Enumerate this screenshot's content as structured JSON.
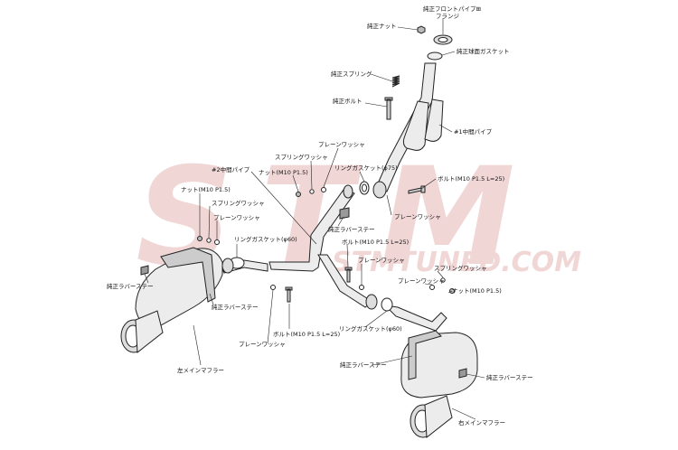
{
  "watermark": {
    "main": "STM",
    "sub": "STMTUNED.COM",
    "color": "#f1d6d6"
  },
  "labels": {
    "front_pipe": "純正フロントパイプ⊞",
    "flange": "フランジ",
    "nut_top": "純正ナット",
    "sphere_gasket": "純正球面ガスケット",
    "spring": "純正スプリング",
    "bolt_top": "純正ボルト",
    "mid_pipe_1": "#1中間パイプ",
    "plain_washer_a": "プレーンワッシャ",
    "spring_washer_a": "スプリングワッシャ",
    "nut_m10_a": "ナット(M10 P1.5)",
    "ring_gasket_75": "リングガスケット(φ75)",
    "bolt_m10_25_a": "ボルト(M10 P1.5 L=25)",
    "plain_washer_b": "プレーンワッシャ",
    "mid_pipe_2": "#2中間パイプ",
    "rubber_stay_mid": "純正ラバーステー",
    "nut_m10_b": "ナット(M10 P1.5)",
    "spring_washer_b": "スプリングワッシャ",
    "plain_washer_c": "プレーンワッシャ",
    "ring_gasket_60_a": "リングガスケット(φ60)",
    "bolt_m10_25_b": "ボルト(M10 P1.5 L=25)",
    "plain_washer_d": "プレーンワッシャ",
    "spring_washer_c": "スプリングワッシャ",
    "plain_washer_e": "プレーンワッシャ",
    "nut_m10_c": "ナット(M10 P1.5)",
    "rubber_stay_left": "純正ラバーステー",
    "rubber_stay_left2": "純正ラバーステー",
    "bolt_m10_25_c": "ボルト(M10 P1.5 L=25)",
    "plain_washer_f": "プレーンワッシャ",
    "ring_gasket_60_b": "リングガスケット(φ60)",
    "rubber_stay_right_a": "純正ラバーステー",
    "rubber_stay_right_b": "純正ラバーステー",
    "left_muffler": "左メインマフラー",
    "right_muffler": "右メインマフラー"
  }
}
